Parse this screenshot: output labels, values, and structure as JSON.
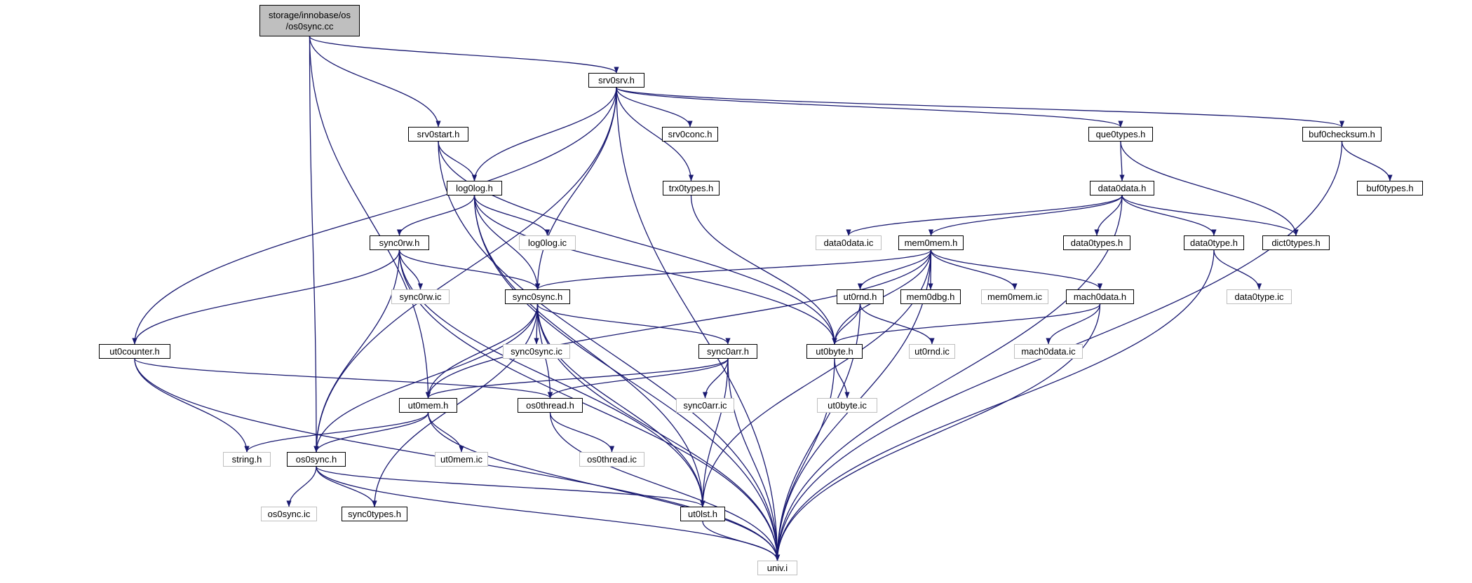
{
  "diagram": {
    "colors": {
      "edge": "#191970",
      "root_fill": "#bfbfbf",
      "node_border": "#000000",
      "external_border": "#bfbfbf"
    },
    "nodes": [
      {
        "id": "root",
        "label": "storage/innobase/os\n/os0sync.cc",
        "style": "root"
      },
      {
        "id": "srv0srv",
        "label": "srv0srv.h",
        "style": "solid"
      },
      {
        "id": "srv0start",
        "label": "srv0start.h",
        "style": "solid"
      },
      {
        "id": "srv0conc",
        "label": "srv0conc.h",
        "style": "solid"
      },
      {
        "id": "que0types",
        "label": "que0types.h",
        "style": "solid"
      },
      {
        "id": "buf0checksum",
        "label": "buf0checksum.h",
        "style": "solid"
      },
      {
        "id": "log0log",
        "label": "log0log.h",
        "style": "solid"
      },
      {
        "id": "trx0types",
        "label": "trx0types.h",
        "style": "solid"
      },
      {
        "id": "data0data",
        "label": "data0data.h",
        "style": "solid"
      },
      {
        "id": "buf0types",
        "label": "buf0types.h",
        "style": "solid"
      },
      {
        "id": "sync0rw",
        "label": "sync0rw.h",
        "style": "solid"
      },
      {
        "id": "log0logic",
        "label": "log0log.ic",
        "style": "faint"
      },
      {
        "id": "data0dataic",
        "label": "data0data.ic",
        "style": "faint"
      },
      {
        "id": "mem0mem",
        "label": "mem0mem.h",
        "style": "solid"
      },
      {
        "id": "data0types",
        "label": "data0types.h",
        "style": "solid"
      },
      {
        "id": "data0type",
        "label": "data0type.h",
        "style": "solid"
      },
      {
        "id": "dict0types",
        "label": "dict0types.h",
        "style": "solid"
      },
      {
        "id": "sync0rwic",
        "label": "sync0rw.ic",
        "style": "faint"
      },
      {
        "id": "sync0sync",
        "label": "sync0sync.h",
        "style": "solid"
      },
      {
        "id": "ut0rnd",
        "label": "ut0rnd.h",
        "style": "solid"
      },
      {
        "id": "mem0dbg",
        "label": "mem0dbg.h",
        "style": "solid"
      },
      {
        "id": "mem0memic",
        "label": "mem0mem.ic",
        "style": "faint"
      },
      {
        "id": "mach0data",
        "label": "mach0data.h",
        "style": "solid"
      },
      {
        "id": "data0typeic",
        "label": "data0type.ic",
        "style": "faint"
      },
      {
        "id": "ut0counter",
        "label": "ut0counter.h",
        "style": "solid"
      },
      {
        "id": "sync0syncic",
        "label": "sync0sync.ic",
        "style": "faint"
      },
      {
        "id": "sync0arr",
        "label": "sync0arr.h",
        "style": "solid"
      },
      {
        "id": "ut0byte",
        "label": "ut0byte.h",
        "style": "solid"
      },
      {
        "id": "ut0rndic",
        "label": "ut0rnd.ic",
        "style": "faint"
      },
      {
        "id": "mach0dataic",
        "label": "mach0data.ic",
        "style": "faint"
      },
      {
        "id": "ut0mem",
        "label": "ut0mem.h",
        "style": "solid"
      },
      {
        "id": "os0thread",
        "label": "os0thread.h",
        "style": "solid"
      },
      {
        "id": "sync0arric",
        "label": "sync0arr.ic",
        "style": "faint"
      },
      {
        "id": "ut0byteic",
        "label": "ut0byte.ic",
        "style": "faint"
      },
      {
        "id": "stringh",
        "label": "string.h",
        "style": "faint"
      },
      {
        "id": "os0sync",
        "label": "os0sync.h",
        "style": "solid"
      },
      {
        "id": "ut0memic",
        "label": "ut0mem.ic",
        "style": "faint"
      },
      {
        "id": "os0threadic",
        "label": "os0thread.ic",
        "style": "faint"
      },
      {
        "id": "os0syncic",
        "label": "os0sync.ic",
        "style": "faint"
      },
      {
        "id": "sync0types",
        "label": "sync0types.h",
        "style": "solid"
      },
      {
        "id": "ut0lst",
        "label": "ut0lst.h",
        "style": "solid"
      },
      {
        "id": "univ",
        "label": "univ.i",
        "style": "faint"
      }
    ],
    "edges": [
      [
        "root",
        "srv0srv"
      ],
      [
        "root",
        "srv0start"
      ],
      [
        "root",
        "ut0mem"
      ],
      [
        "root",
        "os0sync"
      ],
      [
        "srv0srv",
        "srv0conc"
      ],
      [
        "srv0srv",
        "que0types"
      ],
      [
        "srv0srv",
        "buf0checksum"
      ],
      [
        "srv0srv",
        "log0log"
      ],
      [
        "srv0srv",
        "trx0types"
      ],
      [
        "srv0srv",
        "ut0counter"
      ],
      [
        "srv0srv",
        "sync0sync"
      ],
      [
        "srv0srv",
        "os0sync"
      ],
      [
        "srv0srv",
        "univ"
      ],
      [
        "srv0start",
        "log0log"
      ],
      [
        "srv0start",
        "ut0byte"
      ],
      [
        "srv0start",
        "univ"
      ],
      [
        "que0types",
        "data0data"
      ],
      [
        "que0types",
        "dict0types"
      ],
      [
        "buf0checksum",
        "buf0types"
      ],
      [
        "buf0checksum",
        "univ"
      ],
      [
        "log0log",
        "sync0rw"
      ],
      [
        "log0log",
        "log0logic"
      ],
      [
        "log0log",
        "sync0sync"
      ],
      [
        "log0log",
        "ut0byte"
      ],
      [
        "log0log",
        "ut0lst"
      ],
      [
        "log0log",
        "univ"
      ],
      [
        "trx0types",
        "ut0byte"
      ],
      [
        "data0data",
        "data0dataic"
      ],
      [
        "data0data",
        "mem0mem"
      ],
      [
        "data0data",
        "data0types"
      ],
      [
        "data0data",
        "data0type"
      ],
      [
        "data0data",
        "dict0types"
      ],
      [
        "data0data",
        "univ"
      ],
      [
        "sync0rw",
        "sync0rwic"
      ],
      [
        "sync0rw",
        "sync0sync"
      ],
      [
        "sync0rw",
        "ut0counter"
      ],
      [
        "sync0rw",
        "os0sync"
      ],
      [
        "sync0rw",
        "ut0lst"
      ],
      [
        "sync0rw",
        "univ"
      ],
      [
        "mem0mem",
        "sync0sync"
      ],
      [
        "mem0mem",
        "ut0rnd"
      ],
      [
        "mem0mem",
        "mem0dbg"
      ],
      [
        "mem0mem",
        "mem0memic"
      ],
      [
        "mem0mem",
        "mach0data"
      ],
      [
        "mem0mem",
        "ut0byte"
      ],
      [
        "mem0mem",
        "ut0mem"
      ],
      [
        "mem0mem",
        "ut0lst"
      ],
      [
        "mem0mem",
        "univ"
      ],
      [
        "data0type",
        "data0typeic"
      ],
      [
        "data0type",
        "univ"
      ],
      [
        "sync0sync",
        "sync0syncic"
      ],
      [
        "sync0sync",
        "sync0arr"
      ],
      [
        "sync0sync",
        "ut0mem"
      ],
      [
        "sync0sync",
        "os0thread"
      ],
      [
        "sync0sync",
        "os0sync"
      ],
      [
        "sync0sync",
        "sync0types"
      ],
      [
        "sync0sync",
        "ut0lst"
      ],
      [
        "sync0sync",
        "univ"
      ],
      [
        "ut0rnd",
        "ut0byte"
      ],
      [
        "ut0rnd",
        "ut0rndic"
      ],
      [
        "ut0rnd",
        "univ"
      ],
      [
        "mach0data",
        "mach0dataic"
      ],
      [
        "mach0data",
        "ut0byte"
      ],
      [
        "mach0data",
        "univ"
      ],
      [
        "ut0counter",
        "os0thread"
      ],
      [
        "ut0counter",
        "stringh"
      ],
      [
        "ut0counter",
        "univ"
      ],
      [
        "sync0arr",
        "sync0arric"
      ],
      [
        "sync0arr",
        "ut0mem"
      ],
      [
        "sync0arr",
        "os0thread"
      ],
      [
        "sync0arr",
        "ut0lst"
      ],
      [
        "sync0arr",
        "univ"
      ],
      [
        "ut0byte",
        "ut0byteic"
      ],
      [
        "ut0byte",
        "univ"
      ],
      [
        "ut0mem",
        "stringh"
      ],
      [
        "ut0mem",
        "os0sync"
      ],
      [
        "ut0mem",
        "ut0memic"
      ],
      [
        "ut0mem",
        "univ"
      ],
      [
        "os0thread",
        "os0threadic"
      ],
      [
        "os0thread",
        "univ"
      ],
      [
        "os0sync",
        "os0syncic"
      ],
      [
        "os0sync",
        "sync0types"
      ],
      [
        "os0sync",
        "ut0lst"
      ],
      [
        "os0sync",
        "univ"
      ],
      [
        "ut0lst",
        "univ"
      ]
    ]
  }
}
